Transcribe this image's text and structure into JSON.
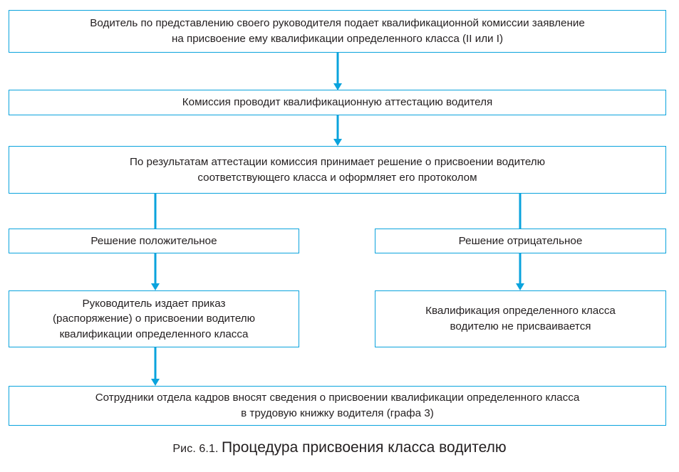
{
  "figure": {
    "caption_label": "Рис. 6.1.",
    "caption_title": "Процедура присвоения класса водителю",
    "accent_color": "#0aa3dd",
    "text_color": "#231f20",
    "background_color": "#ffffff"
  },
  "nodes": {
    "application": "Водитель по представлению своего руководителя подает квалификационной комиссии заявление\nна присвоение ему квалификации определенного класса (II или I)",
    "attestation": "Комиссия проводит квалификационную аттестацию водителя",
    "decision": "По результатам аттестации комиссия принимает решение о присвоении водителю\nсоответствующего класса и оформляет его протоколом",
    "positive": "Решение положительное",
    "negative": "Решение отрицательное",
    "order": "Руководитель издает приказ\n(распоряжение) о присвоении водителю\nквалификации определенного класса",
    "not_assigned": "Квалификация определенного класса\nводителю не присваивается",
    "hr_record": "Сотрудники отдела кадров вносят сведения о присвоении квалификации определенного класса\nв трудовую книжку водителя (графа 3)"
  },
  "connectors": [
    {
      "name": "application-to-attestation",
      "from": "application",
      "to": "attestation",
      "arrow": true
    },
    {
      "name": "attestation-to-decision",
      "from": "attestation",
      "to": "decision",
      "arrow": true
    },
    {
      "name": "decision-to-positive",
      "from": "decision",
      "to": "positive",
      "arrow": false
    },
    {
      "name": "decision-to-negative",
      "from": "decision",
      "to": "negative",
      "arrow": false
    },
    {
      "name": "positive-to-order",
      "from": "positive",
      "to": "order",
      "arrow": true
    },
    {
      "name": "negative-to-not-assigned",
      "from": "negative",
      "to": "not_assigned",
      "arrow": true
    },
    {
      "name": "order-to-hr-record",
      "from": "order",
      "to": "hr_record",
      "arrow": true
    }
  ]
}
